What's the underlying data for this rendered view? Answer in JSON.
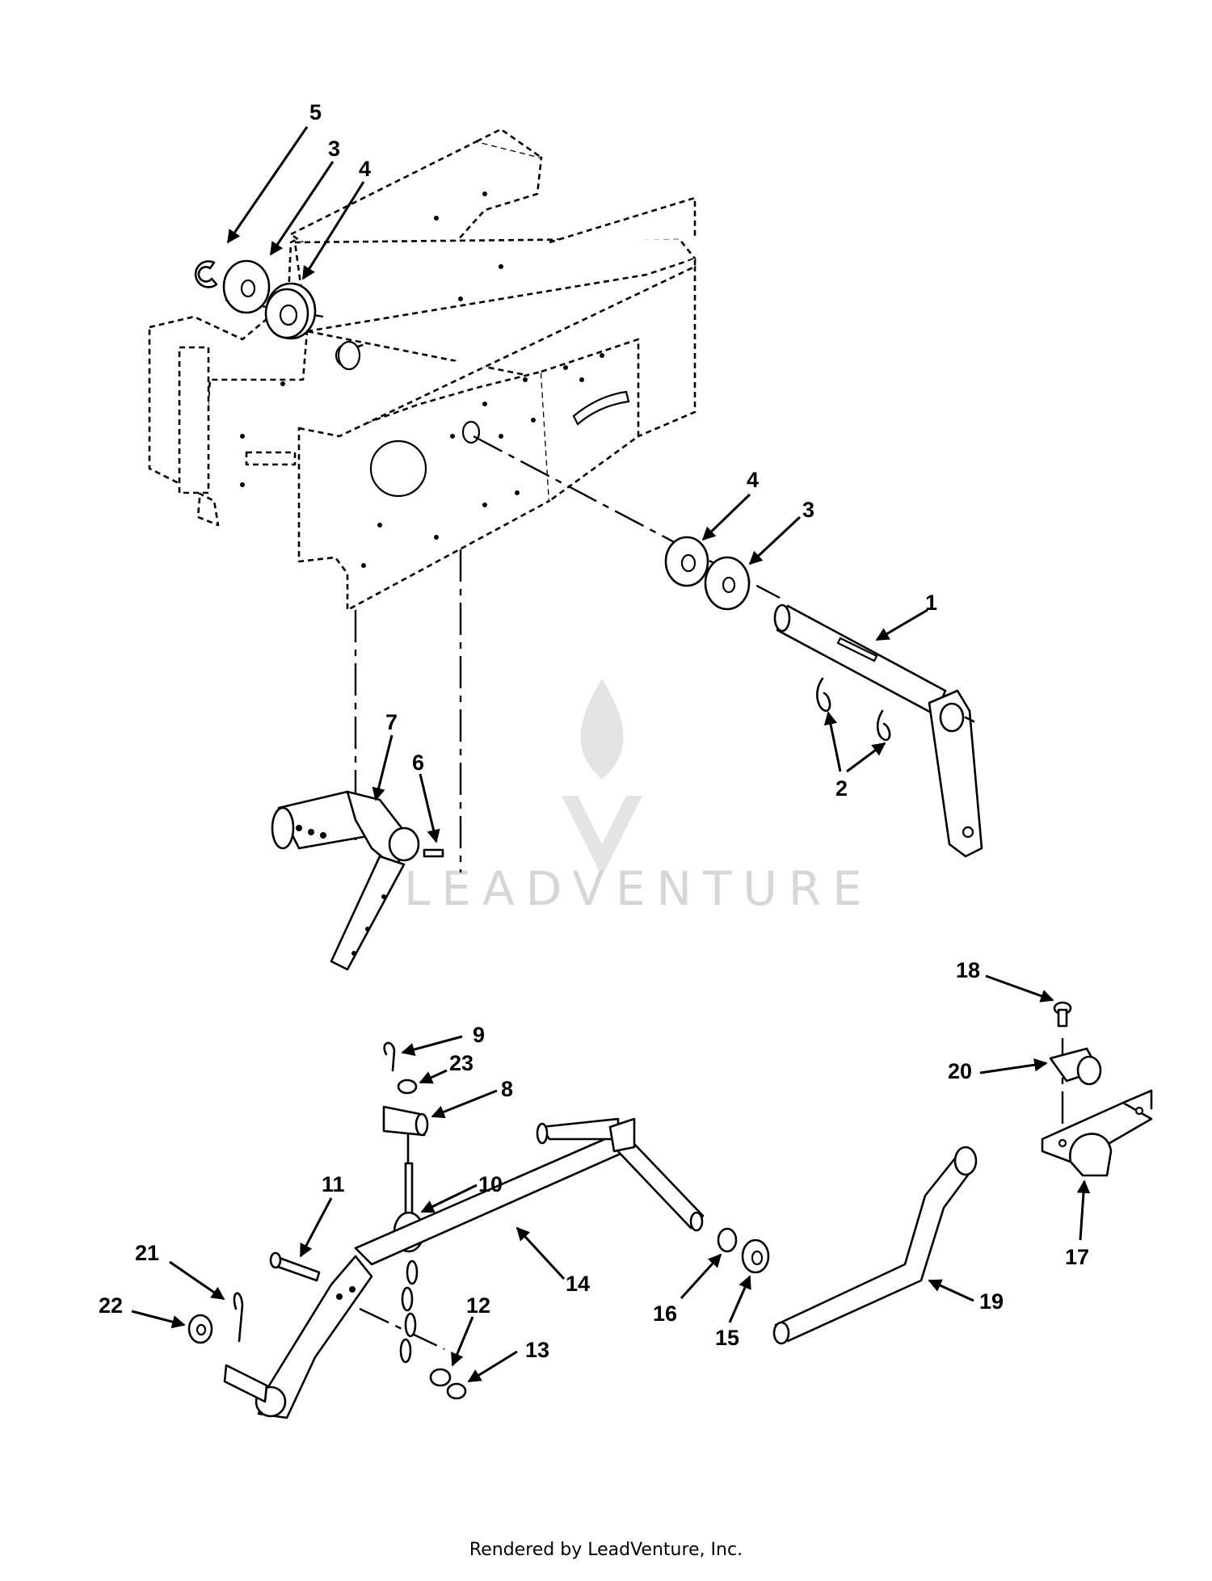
{
  "callouts": {
    "c1": "1",
    "c2": "2",
    "c3a": "3",
    "c3b": "3",
    "c4a": "4",
    "c4b": "4",
    "c5": "5",
    "c6": "6",
    "c7": "7",
    "c8": "8",
    "c9": "9",
    "c10": "10",
    "c11": "11",
    "c12": "12",
    "c13": "13",
    "c14": "14",
    "c15": "15",
    "c16": "16",
    "c17": "17",
    "c18": "18",
    "c19": "19",
    "c20": "20",
    "c21": "21",
    "c22": "22",
    "c23": "23"
  },
  "watermark": {
    "text": "LEADVENTURE"
  },
  "footer": {
    "text": "Rendered by LeadVenture, Inc."
  }
}
